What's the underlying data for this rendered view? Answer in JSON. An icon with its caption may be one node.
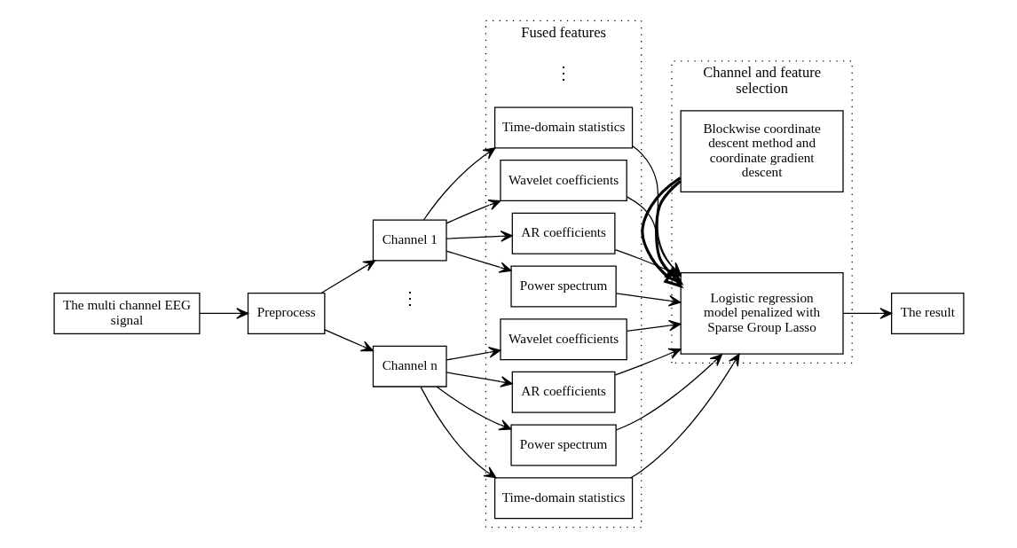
{
  "diagram": {
    "nodes": [
      {
        "text": [
          "The multi channel EEG signal"
        ]
      },
      {
        "text": [
          "Preprocess"
        ]
      },
      {
        "text": [
          "Channel 1"
        ]
      },
      {
        "text": [
          "Channel n"
        ]
      },
      {
        "text": [
          "Fused features"
        ]
      },
      {
        "text": [
          "Time-domain statistics"
        ],
        "in": 4
      },
      {
        "text": [
          "Power spectrum"
        ],
        "in": 4
      },
      {
        "text": [
          "AR coefficients"
        ],
        "in": 4
      },
      {
        "text": [
          "Wavelet coefficients"
        ],
        "in": 4
      },
      {
        "text": [
          "Time-domain statistics"
        ],
        "in": 4
      },
      {
        "text": [
          "Power spectrum"
        ],
        "in": 4
      },
      {
        "text": [
          "AR coefficients"
        ],
        "in": 4
      },
      {
        "text": [
          "Wavelet coefficients"
        ],
        "in": 4
      },
      {
        "text": [
          "Channel and feature selection"
        ]
      },
      {
        "text": [
          "Logistic regression model penalized with Sparse Group Lasso"
        ],
        "in": 13
      },
      {
        "text": [
          "Blockwise coordinate descent method and coordinate gradient descent"
        ],
        "in": 13
      },
      {
        "text": [
          "The result"
        ]
      }
    ],
    "edges": [
      {
        "from": 0,
        "to": 1,
        "arrow": "to"
      },
      {
        "from": 1,
        "to": 2,
        "arrow": "to"
      },
      {
        "from": 1,
        "to": 3,
        "arrow": "to"
      },
      {
        "from": 2,
        "to": 5,
        "arrow": "to"
      },
      {
        "from": 2,
        "to": 6,
        "arrow": "to"
      },
      {
        "from": 2,
        "to": 7,
        "arrow": "to"
      },
      {
        "from": 2,
        "to": 8,
        "arrow": "to"
      },
      {
        "from": 3,
        "to": 9,
        "arrow": "to"
      },
      {
        "from": 3,
        "to": 10,
        "arrow": "to"
      },
      {
        "from": 3,
        "to": 11,
        "arrow": "to"
      },
      {
        "from": 3,
        "to": 12,
        "arrow": "to"
      },
      {
        "from": 5,
        "to": 14,
        "arrow": "to"
      },
      {
        "from": 6,
        "to": 14,
        "arrow": "to"
      },
      {
        "from": 7,
        "to": 14,
        "arrow": "to"
      },
      {
        "from": 8,
        "to": 14,
        "arrow": "to"
      },
      {
        "from": 9,
        "to": 14,
        "arrow": "to"
      },
      {
        "from": 10,
        "to": 14,
        "arrow": "to"
      },
      {
        "from": 11,
        "to": 14,
        "arrow": "to"
      },
      {
        "from": 12,
        "to": 14,
        "arrow": "to"
      },
      {
        "from": 15,
        "to": 14,
        "arrow": "to",
        "style": "thick"
      },
      {
        "from": 15,
        "to": 14,
        "arrow": "to",
        "style": "thick"
      },
      {
        "from": 14,
        "to": 16,
        "arrow": "to"
      }
    ],
    "labels": [
      "⋮",
      "⋮"
    ]
  }
}
